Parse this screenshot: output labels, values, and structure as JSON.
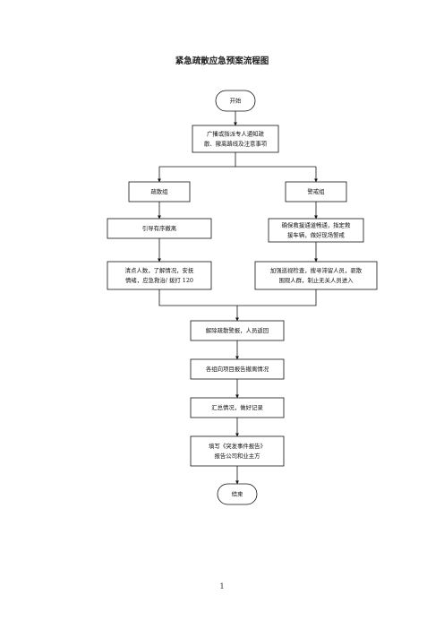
{
  "document": {
    "title": "紧急疏散应急预案流程图",
    "page_number": "1"
  },
  "nodes": {
    "start": {
      "lines": [
        "开始"
      ]
    },
    "broadcast": {
      "lines": [
        "广播或指派专人通知疏",
        "散、撤离路线及注意事项"
      ]
    },
    "evac_group": {
      "lines": [
        "疏散组"
      ]
    },
    "alert_group": {
      "lines": [
        "警戒组"
      ]
    },
    "guide": {
      "lines": [
        "引导有序撤离"
      ]
    },
    "ensure_road": {
      "lines": [
        "确保救援通道畅通，指定救",
        "援车辆，做好现场警戒"
      ]
    },
    "count": {
      "lines": [
        "清点人数，了解情况，安抚",
        "情绪，应急救治/ 拨打 120"
      ]
    },
    "patrol": {
      "lines": [
        "加强巡视检查，搜寻滞留人员，驱散",
        "围观人群，制止无关人员进入"
      ]
    },
    "lift": {
      "lines": [
        "解除疏散警报，人员返回"
      ]
    },
    "report_proj": {
      "lines": [
        "各组向项目报告撤离情况"
      ]
    },
    "summary": {
      "lines": [
        "汇总情况，做好记录"
      ]
    },
    "fill_report": {
      "lines": [
        "填写《突发事件报告》",
        "报告公司和业主方"
      ]
    },
    "end": {
      "lines": [
        "结束"
      ]
    }
  }
}
